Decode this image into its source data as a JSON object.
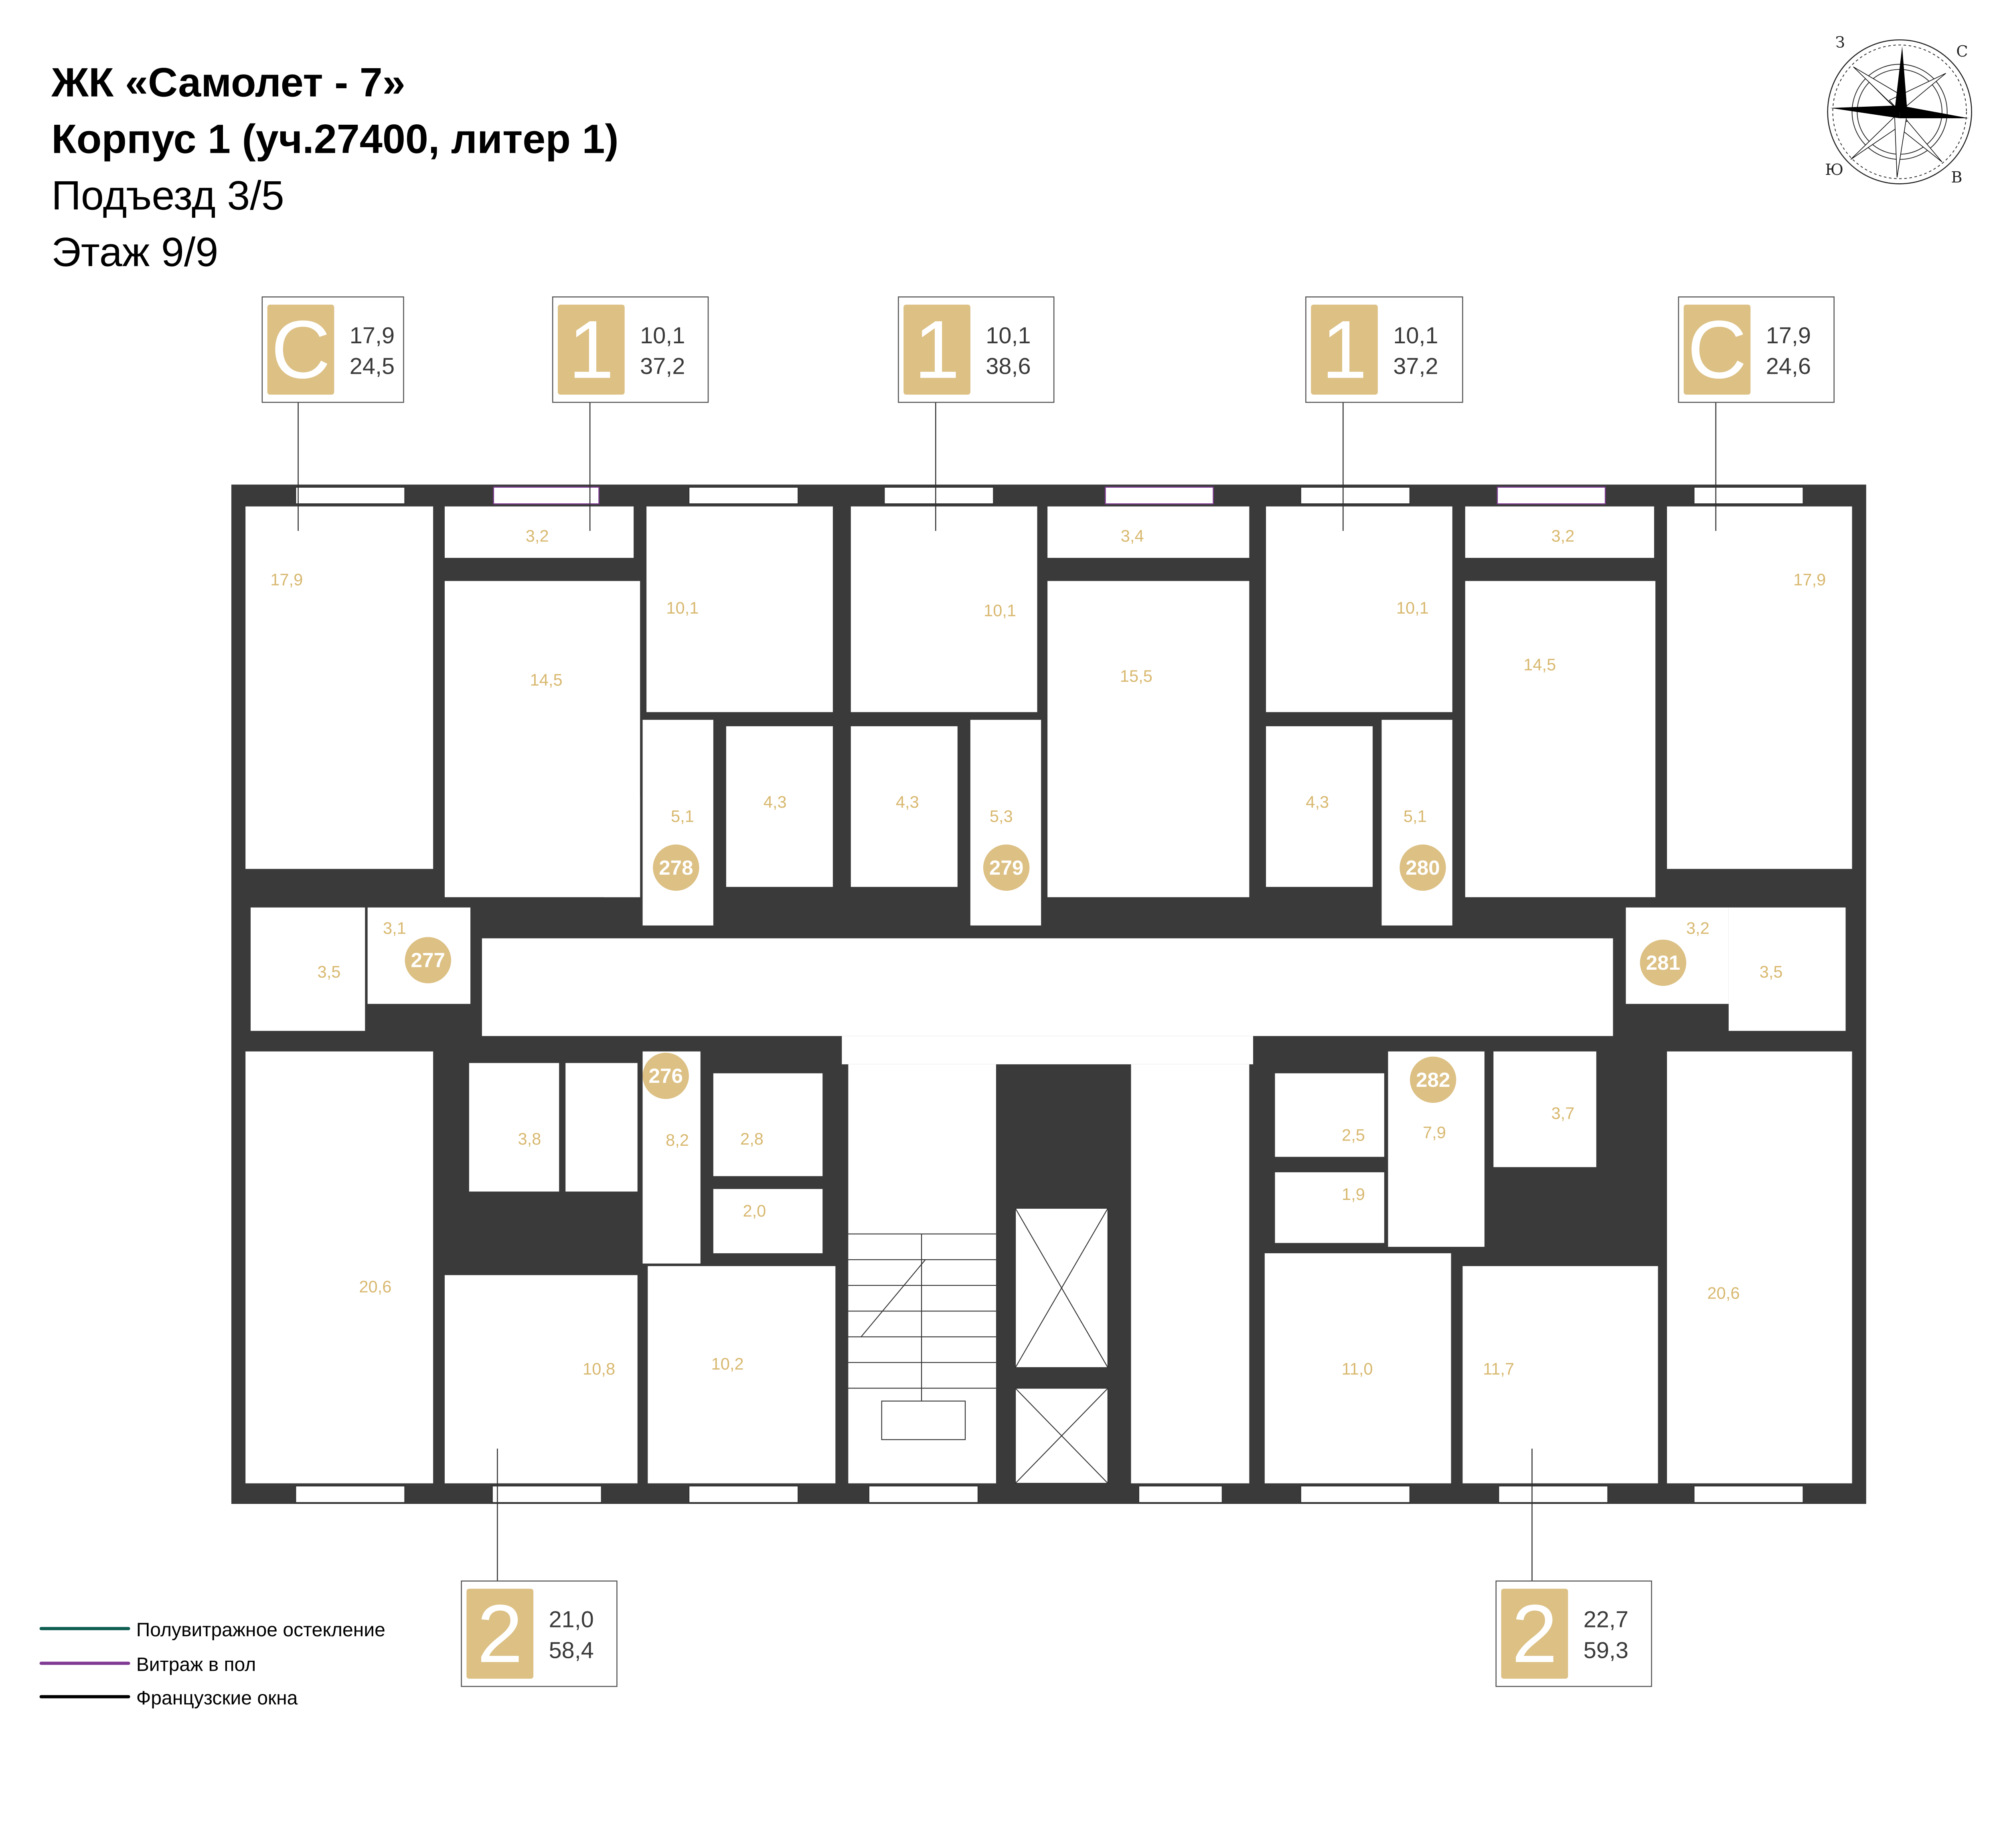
{
  "header": {
    "complex": "ЖК «Самолет - 7»",
    "building": "Корпус 1 (уч.27400, литер 1)",
    "entrance": "Подъезд 3/5",
    "floor": "Этаж 9/9"
  },
  "compass": {
    "west": "З",
    "north": "С",
    "south": "Ю",
    "east": "В"
  },
  "colors": {
    "wall": "#3a3a3a",
    "gold": "#dcc084",
    "room_text": "#d8b86f",
    "semi_glazing": "#0e5e52",
    "floor_glazing": "#7f3a93",
    "french": "#000000"
  },
  "apartment_cards": [
    {
      "type": "С",
      "living": "17,9",
      "total": "24,5"
    },
    {
      "type": "1",
      "living": "10,1",
      "total": "37,2"
    },
    {
      "type": "1",
      "living": "10,1",
      "total": "38,6"
    },
    {
      "type": "1",
      "living": "10,1",
      "total": "37,2"
    },
    {
      "type": "С",
      "living": "17,9",
      "total": "24,6"
    },
    {
      "type": "2",
      "living": "21,0",
      "total": "58,4"
    },
    {
      "type": "2",
      "living": "22,7",
      "total": "59,3"
    }
  ],
  "apartment_numbers": [
    "278",
    "279",
    "280",
    "277",
    "281",
    "276",
    "282"
  ],
  "rooms": [
    "17,9",
    "3,2",
    "14,5",
    "10,1",
    "10,1",
    "3,4",
    "15,5",
    "10,1",
    "3,2",
    "14,5",
    "17,9",
    "5,1",
    "4,3",
    "4,3",
    "5,3",
    "4,3",
    "5,1",
    "3,1",
    "3,5",
    "3,2",
    "3,5",
    "3,8",
    "8,2",
    "2,8",
    "2,0",
    "20,6",
    "10,8",
    "10,2",
    "2,5",
    "7,9",
    "3,7",
    "1,9",
    "11,0",
    "11,7",
    "20,6"
  ],
  "legend": [
    {
      "label": "Полувитражное остекление"
    },
    {
      "label": "Витраж в пол"
    },
    {
      "label": "Французские окна"
    }
  ]
}
